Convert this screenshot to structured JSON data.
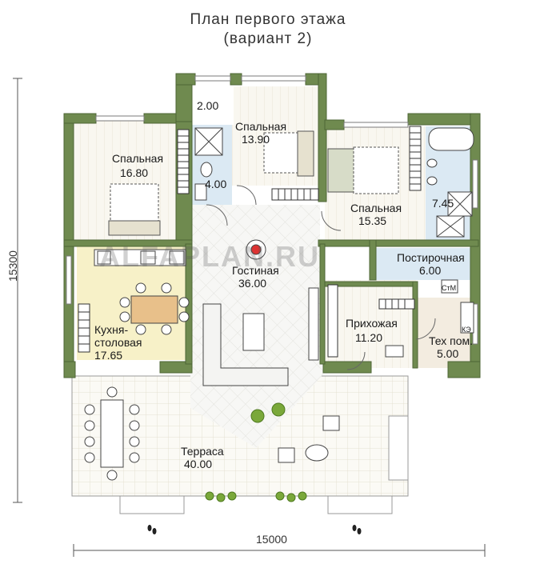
{
  "title": {
    "line1": "План первого этажа",
    "line2": "(вариант 2)"
  },
  "watermark": "ALFAPLAN.RU",
  "dimensions": {
    "width": "15000",
    "height": "15300"
  },
  "rooms": [
    {
      "name": "Спальная",
      "area": "16.80"
    },
    {
      "name": "Спальная",
      "area": "13.90"
    },
    {
      "name": "",
      "area": "2.00"
    },
    {
      "name": "",
      "area": "4.00"
    },
    {
      "name": "Спальная",
      "area": "15.35"
    },
    {
      "name": "",
      "area": "7.45"
    },
    {
      "name": "Гостиная",
      "area": "36.00"
    },
    {
      "name": "Постирочная",
      "area": "6.00"
    },
    {
      "name": "Кухня-столовая",
      "name_line1": "Кухня-",
      "name_line2": "столовая",
      "area": "17.65"
    },
    {
      "name": "Прихожая",
      "area": "11.20"
    },
    {
      "name": "Тех пом.",
      "area": "5.00"
    },
    {
      "name": "Терраса",
      "area": "40.00"
    }
  ],
  "fixtures": {
    "washer": "СтМ",
    "boiler": "КЭ"
  },
  "colors": {
    "wall": "#6f8a4f",
    "terrace": "#f3efe2",
    "kitchen": "#f7f1c8",
    "bath": "#dbe9f3",
    "floor": "#ffffff"
  }
}
